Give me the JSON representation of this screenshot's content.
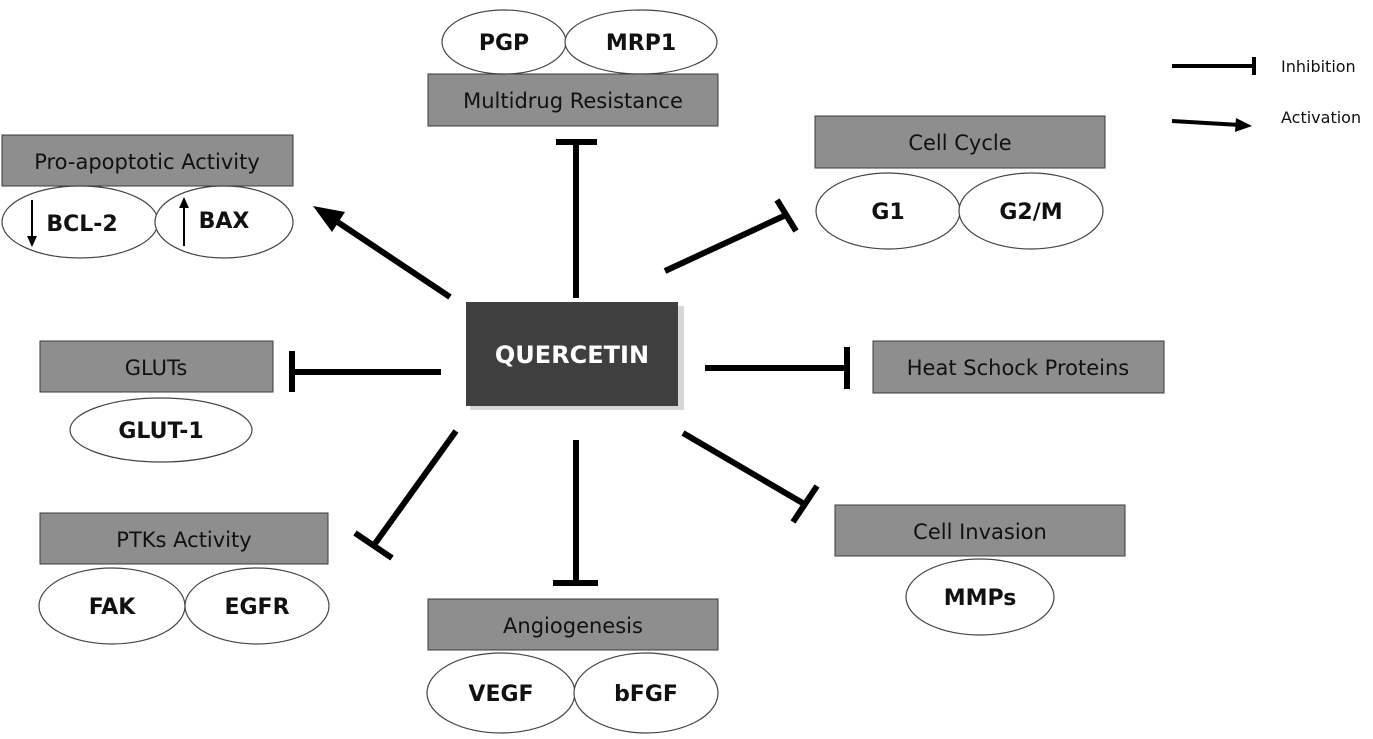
{
  "center": {
    "label": "QUERCETIN"
  },
  "legend": {
    "inhibition": "Inhibition",
    "activation": "Activation"
  },
  "nodes": {
    "multidrug": {
      "title": "Multidrug Resistance",
      "items": [
        "PGP",
        "MRP1"
      ],
      "effect": "inhibition"
    },
    "cell_cycle": {
      "title": "Cell Cycle",
      "items": [
        "G1",
        "G2/M"
      ],
      "effect": "inhibition"
    },
    "pro_apoptotic": {
      "title": "Pro-apoptotic Activity",
      "items": [
        "BCL-2",
        "BAX"
      ],
      "item_arrows": [
        "down",
        "up"
      ],
      "effect": "activation"
    },
    "gluts": {
      "title": "GLUTs",
      "items": [
        "GLUT-1"
      ],
      "effect": "inhibition"
    },
    "heat_shock": {
      "title": "Heat Schock Proteins",
      "items": [],
      "effect": "inhibition"
    },
    "ptks": {
      "title": "PTKs Activity",
      "items": [
        "FAK",
        "EGFR"
      ],
      "effect": "inhibition"
    },
    "angiogenesis": {
      "title": "Angiogenesis",
      "items": [
        "VEGF",
        "bFGF"
      ],
      "effect": "inhibition"
    },
    "cell_invasion": {
      "title": "Cell Invasion",
      "items": [
        "MMPs"
      ],
      "effect": "inhibition"
    }
  }
}
